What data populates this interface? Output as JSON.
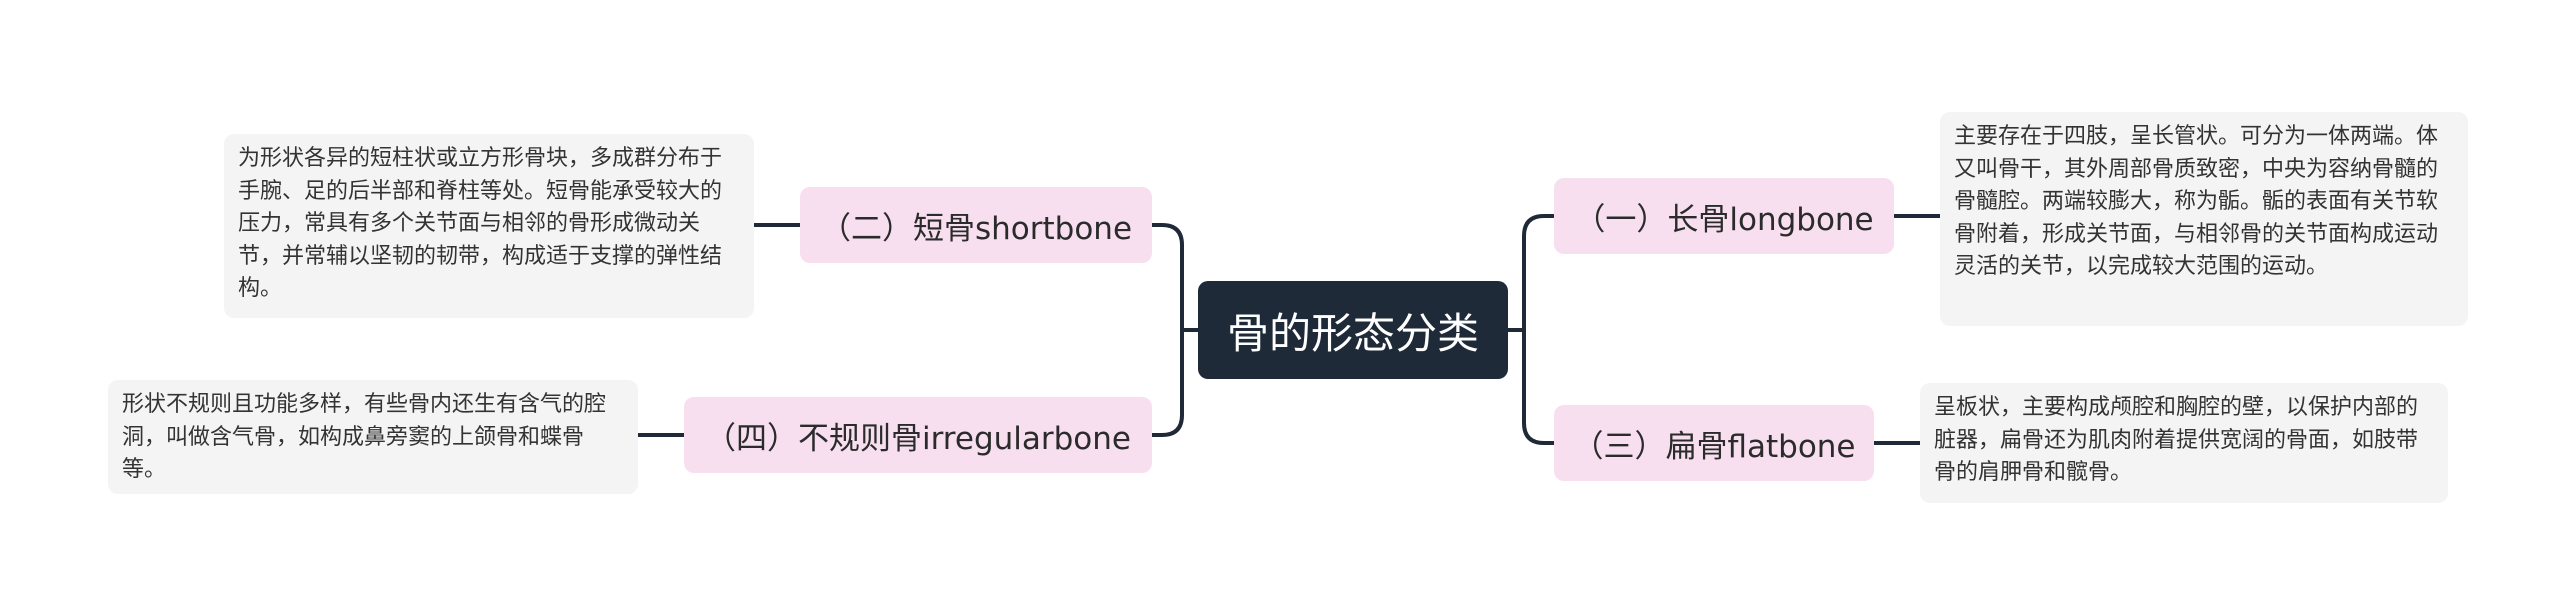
{
  "root": {
    "label": "骨的形态分类"
  },
  "branches": {
    "long_bone": {
      "label": "（一）长骨longbone",
      "detail": "主要存在于四肢，呈长管状。可分为一体两端。体又叫骨干，其外周部骨质致密，中央为容纳骨髓的骨髓腔。两端较膨大，称为骺。骺的表面有关节软骨附着，形成关节面，与相邻骨的关节面构成运动灵活的关节，以完成较大范围的运动。"
    },
    "short_bone": {
      "label": "（二）短骨shortbone",
      "detail": "为形状各异的短柱状或立方形骨块，多成群分布于手腕、足的后半部和脊柱等处。短骨能承受较大的压力，常具有多个关节面与相邻的骨形成微动关节，并常辅以坚韧的韧带，构成适于支撑的弹性结构。"
    },
    "flat_bone": {
      "label": "（三）扁骨flatbone",
      "detail": "呈板状，主要构成颅腔和胸腔的壁，以保护内部的脏器，扁骨还为肌肉附着提供宽阔的骨面，如肢带骨的肩胛骨和髋骨。"
    },
    "irregular_bone": {
      "label": "（四）不规则骨irregularbone",
      "detail": "形状不规则且功能多样，有些骨内还生有含气的腔洞，叫做含气骨，如构成鼻旁窦的上颌骨和蝶骨等。"
    }
  },
  "colors": {
    "root_fill": "#1e2a38",
    "topic_fill": "#f7dff0",
    "note_fill": "#f4f4f5",
    "connector": "#1f2937"
  }
}
